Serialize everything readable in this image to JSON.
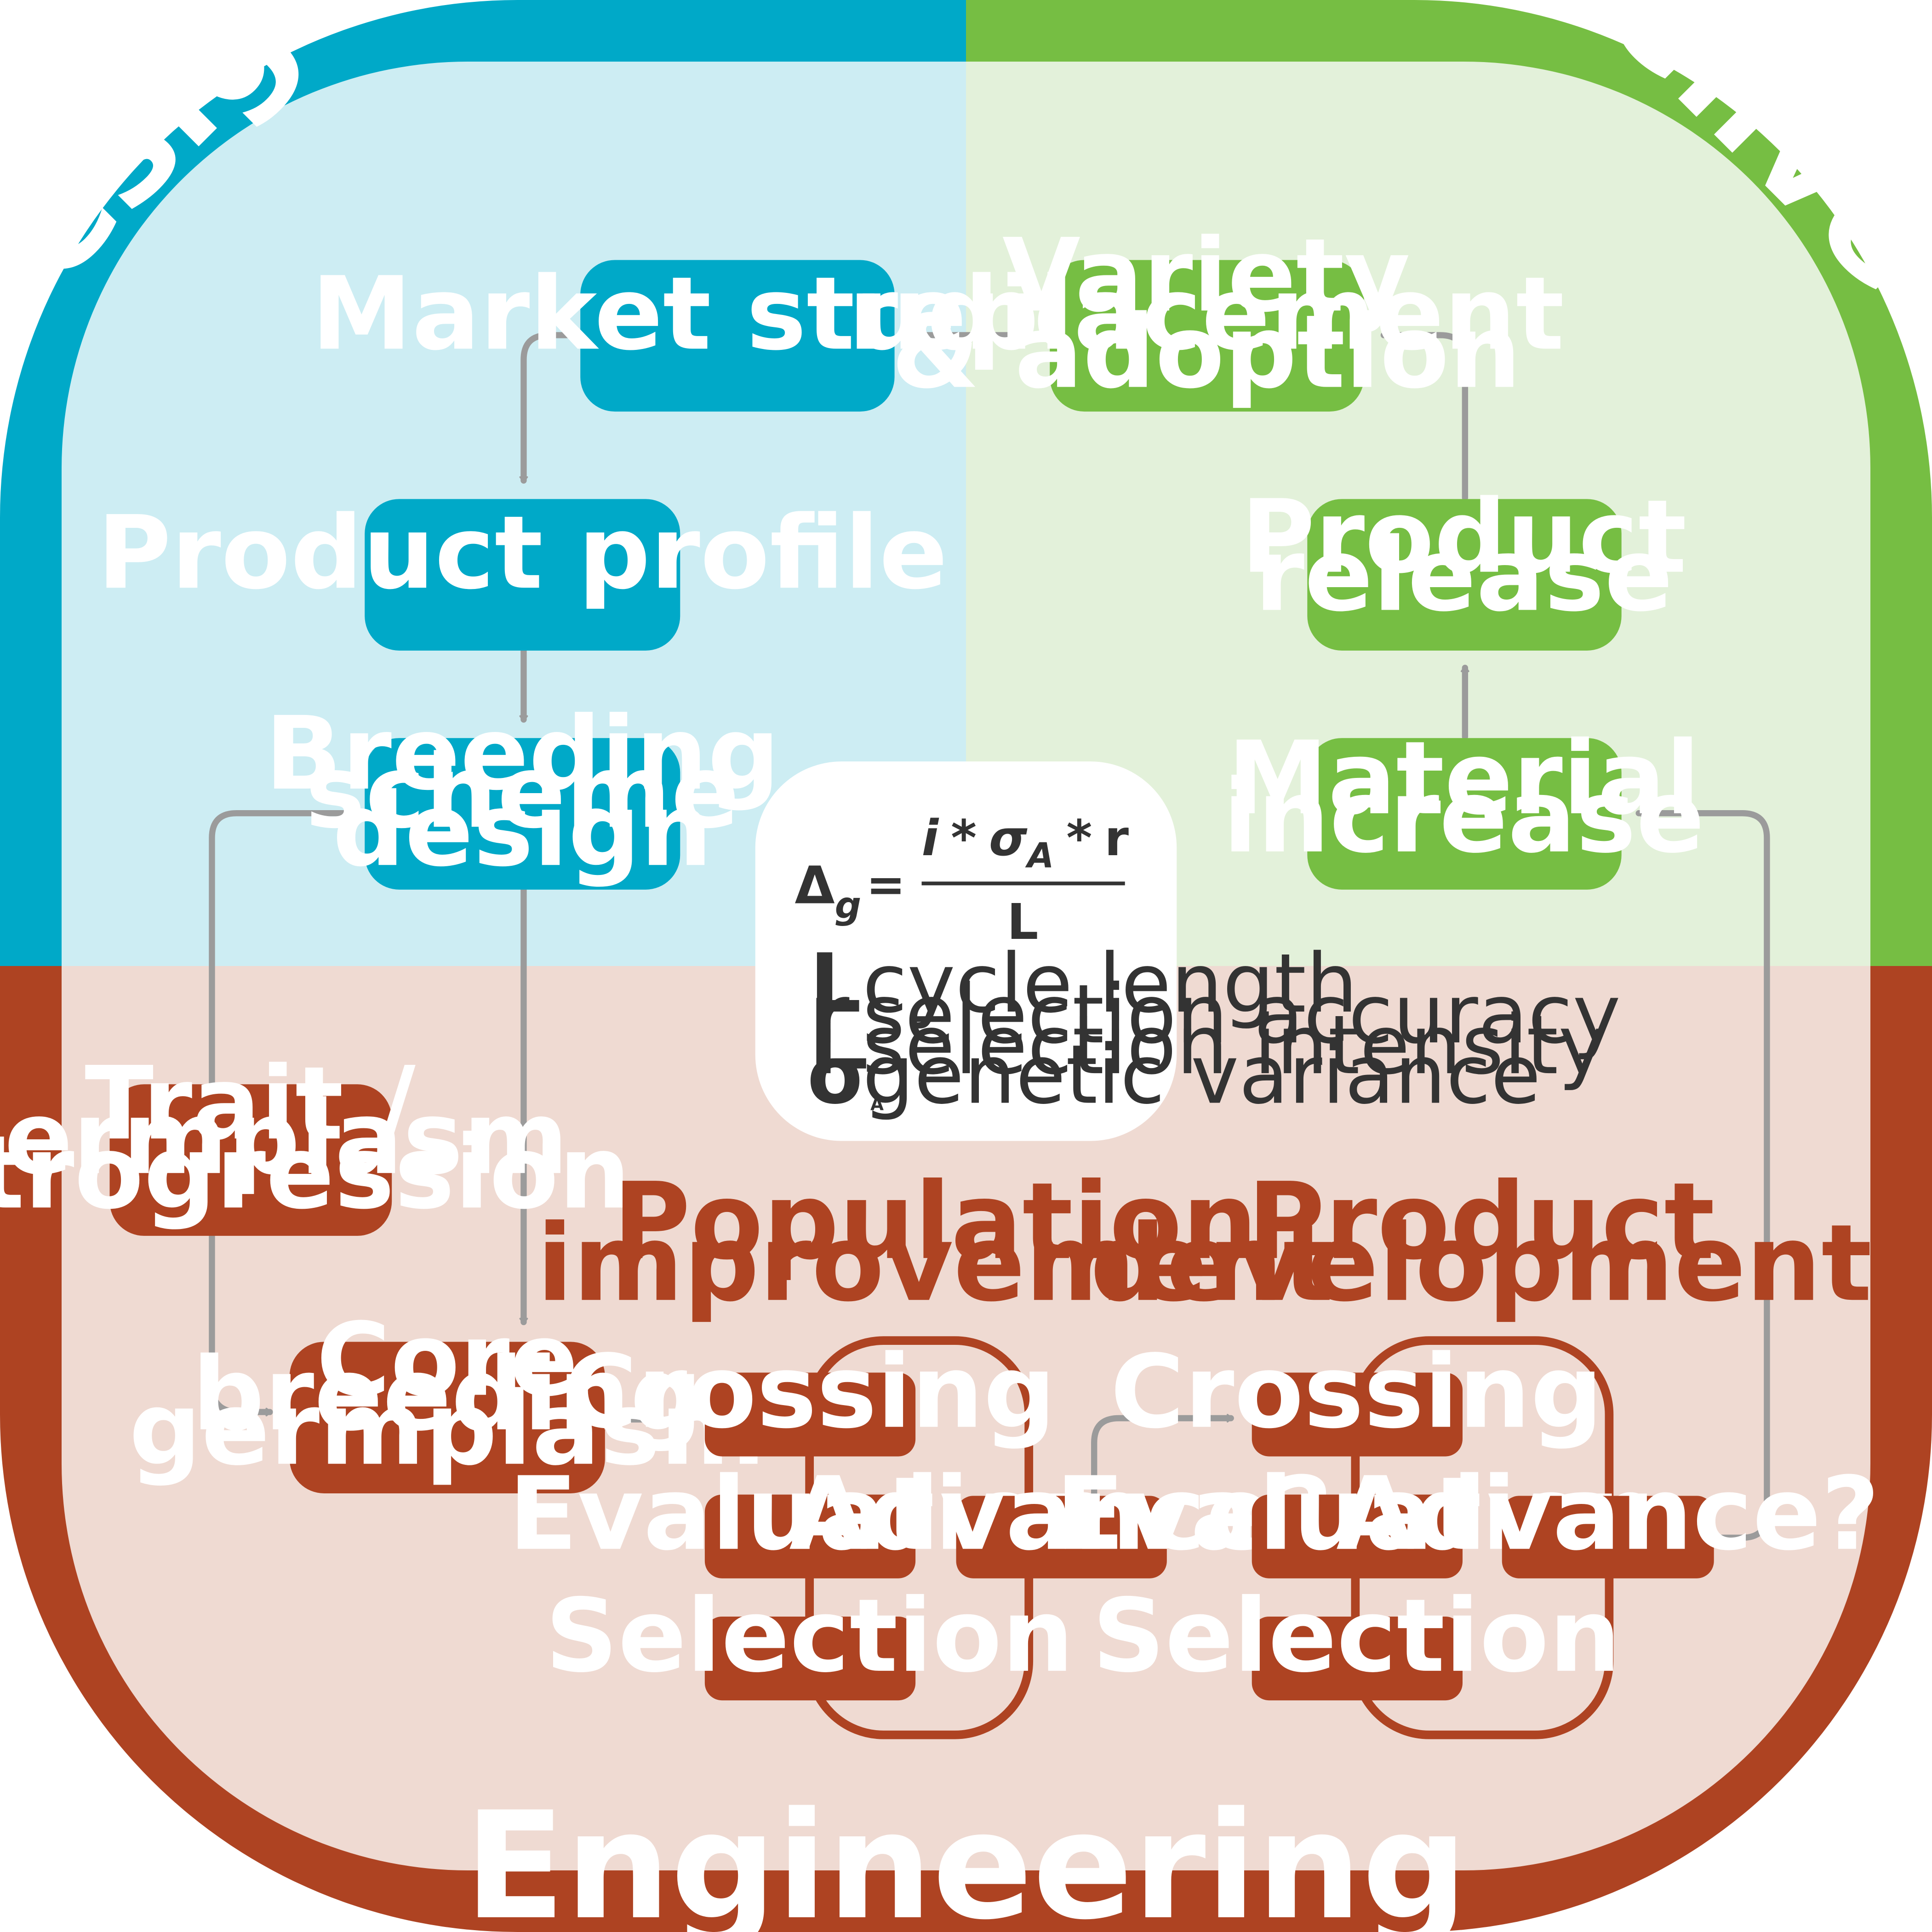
{
  "colors": {
    "design": "#00A9C8",
    "design_bg": "#CDEDF3",
    "delivery": "#76BE43",
    "delivery_bg": "#E3F1DA",
    "engineering": "#AE4322",
    "engineering_bg": "#EFDAD2",
    "arrow": "#9B9B9B",
    "formula_text": "#333333"
  },
  "corners": {
    "design": "Design",
    "delivery": "Delivery",
    "engineering": "Engineering"
  },
  "boxes": {
    "market_studies": [
      "Market studies"
    ],
    "product_profile": [
      "Product profile"
    ],
    "breeding_scheme": [
      "Breeding",
      "scheme",
      "design"
    ],
    "variety_replacement": [
      "Variety",
      "replacement",
      "& adoption"
    ],
    "product_release": [
      "Product",
      "release"
    ],
    "material_increase": [
      "Material",
      "increase"
    ],
    "trait_introgression": [
      "Trait /",
      "germplasm",
      "introgression"
    ],
    "core_germplasm": [
      "Core",
      "breeding",
      "germplasm"
    ]
  },
  "cycles": {
    "population": {
      "title": [
        "Population",
        "improvement"
      ],
      "crossing": "Crossing",
      "evaluation": "Evaluation",
      "selection": "Selection",
      "advance": "Advance?"
    },
    "product": {
      "title": [
        "Product",
        "development"
      ],
      "crossing": "Crossing",
      "evaluation": "Evaluation",
      "selection": "Selection",
      "advance": "Advance?"
    }
  },
  "formula": {
    "delta": "Δ",
    "delta_sub": "g",
    "equals": "=",
    "numerator_i": "i",
    "numerator_star1": "*",
    "numerator_sigma": "σ",
    "numerator_sigma_sub": "A",
    "numerator_star2": "*",
    "numerator_r": "r",
    "denominator": "L",
    "legend": [
      {
        "symbol": "L",
        "sub": "",
        "desc": "cycle length"
      },
      {
        "symbol": "r",
        "sub": "",
        "desc": "selection accuracy"
      },
      {
        "symbol": "i",
        "sub": "",
        "desc": "selection intensity"
      },
      {
        "symbol": "σ",
        "sub": "A",
        "desc": "genetic variance"
      }
    ]
  }
}
